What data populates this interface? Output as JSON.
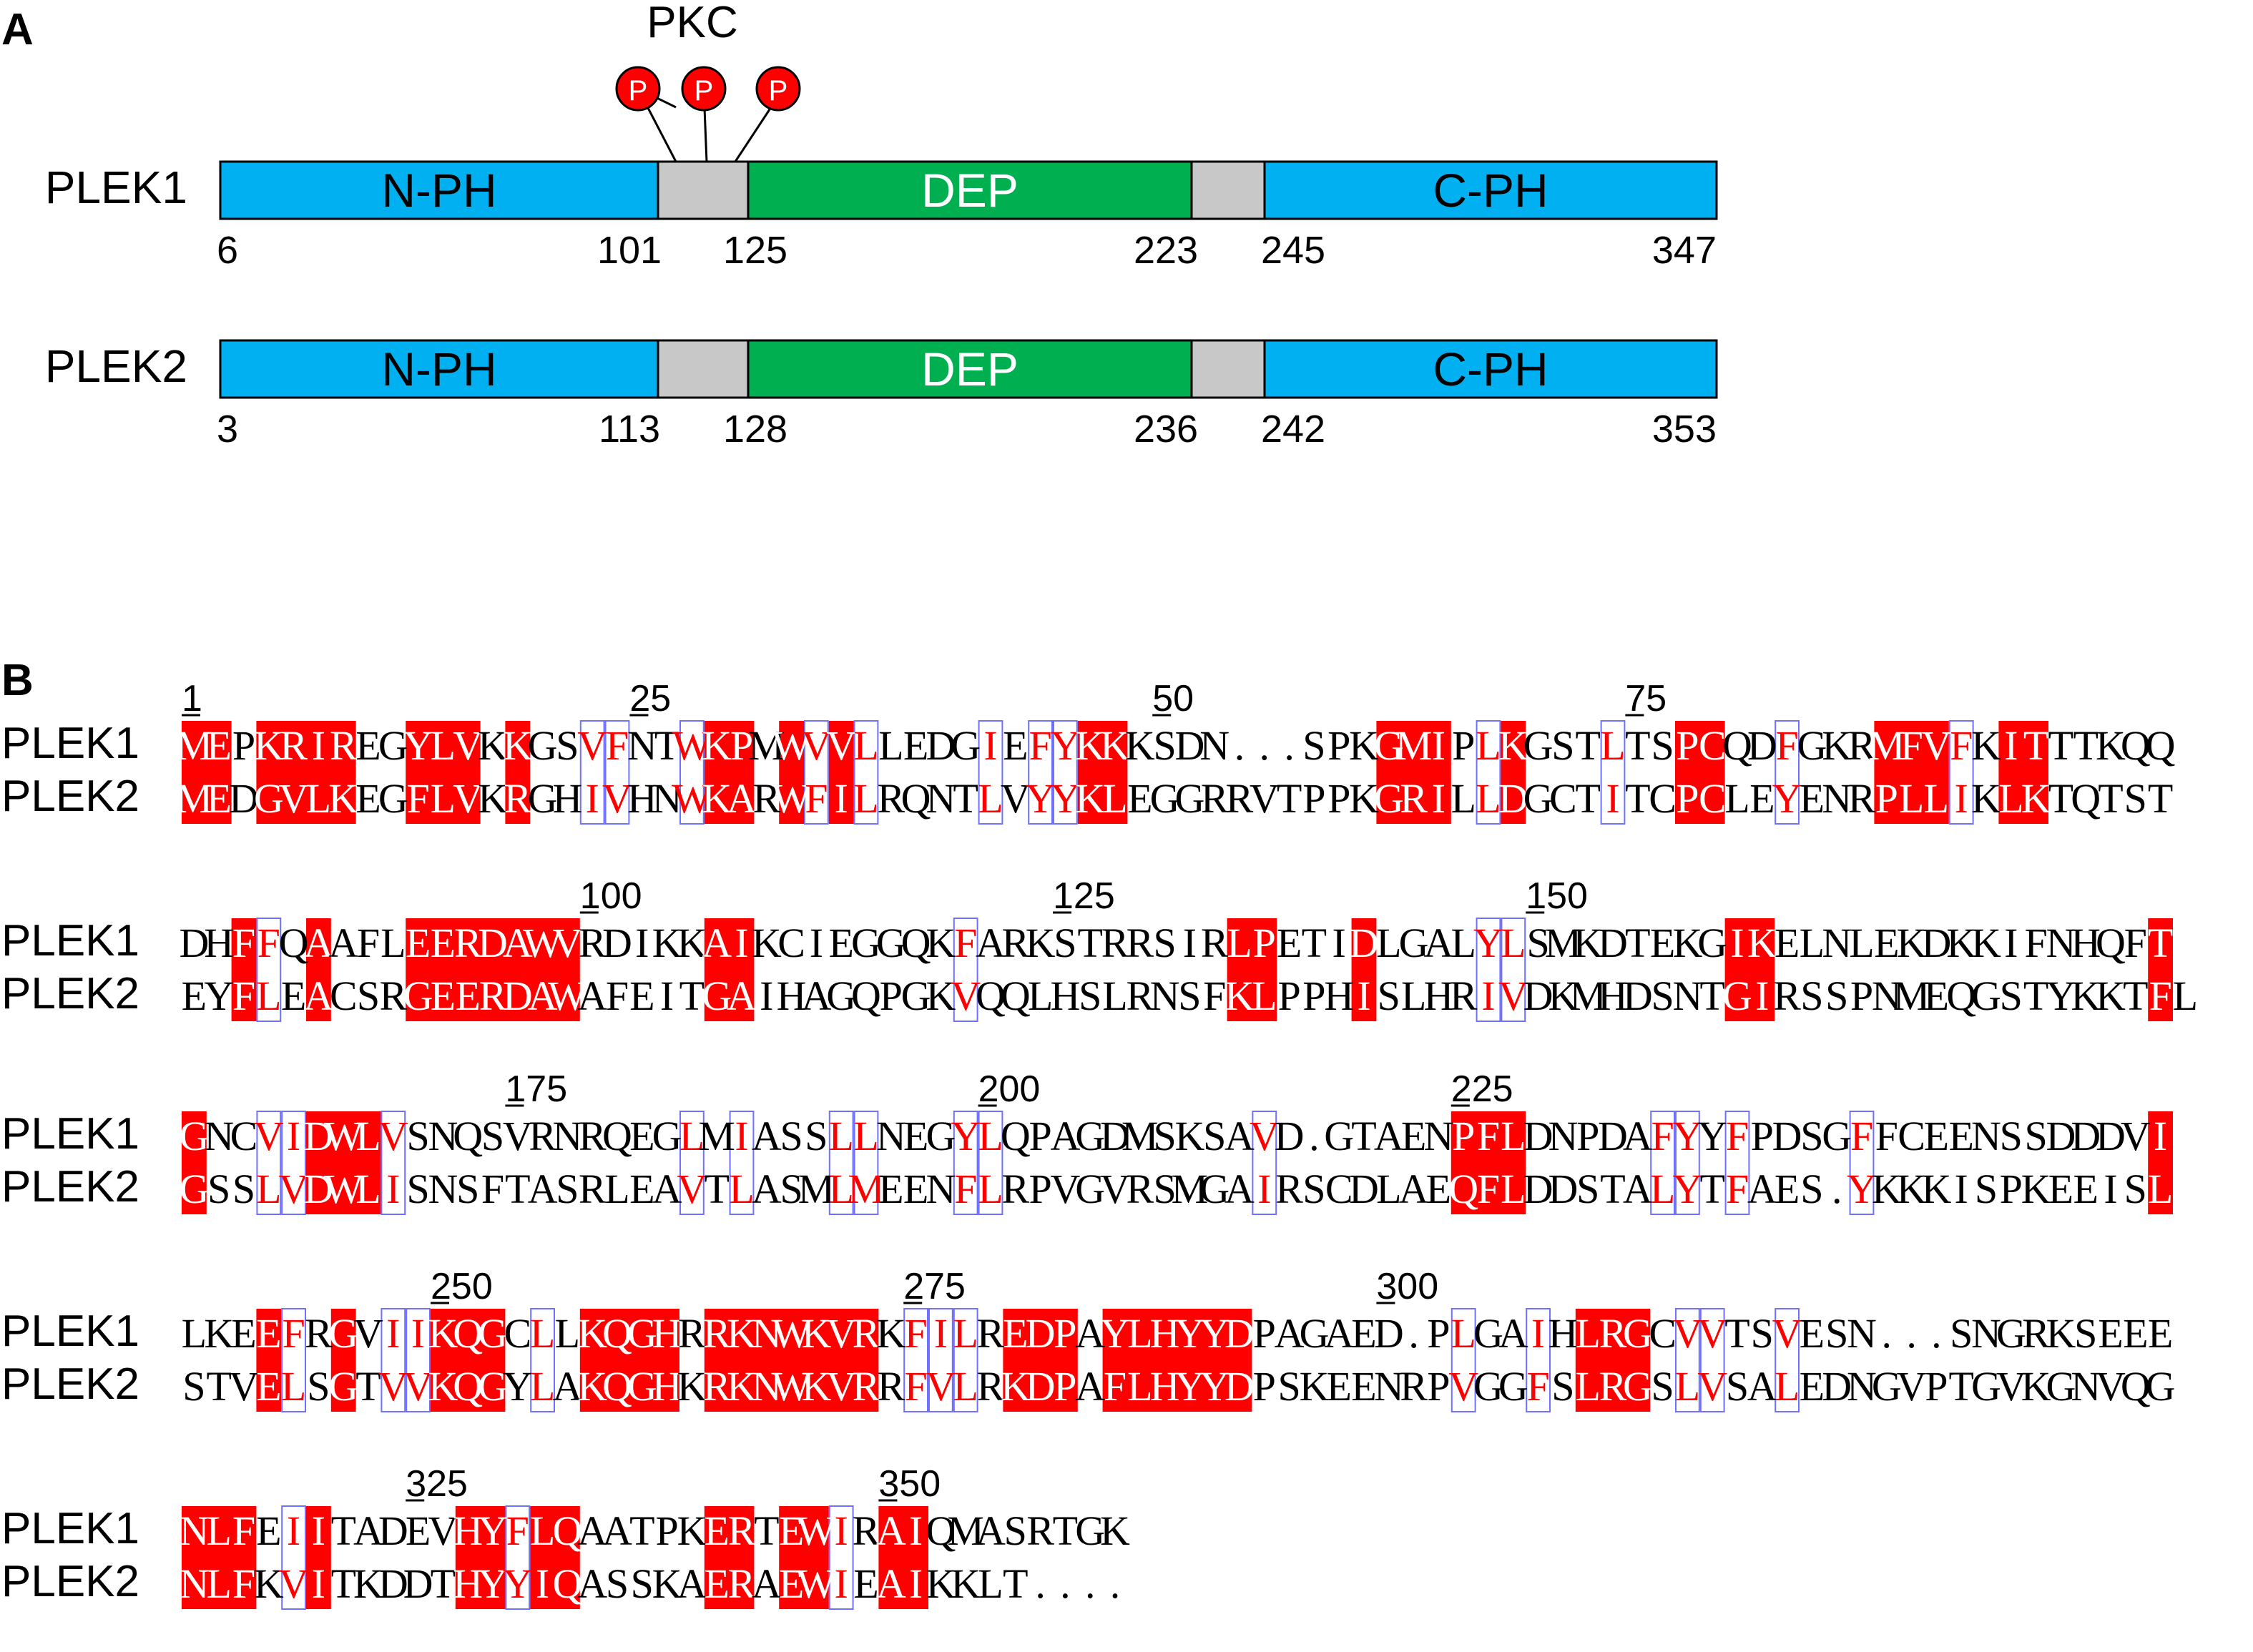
{
  "colors": {
    "ph": "#00b0f0",
    "dep": "#00b050",
    "linker": "#c8c8c8",
    "phospho": "#ff0000",
    "highlight": "#ff0000",
    "similar_text": "#ff0000",
    "box": "#7070ff"
  },
  "panel_a": {
    "label": "A",
    "kinase_label": "PKC",
    "phospho_label": "P",
    "proteins": [
      {
        "name": "PLEK1",
        "domains": [
          {
            "name": "N-PH",
            "type": "ph"
          },
          {
            "name": "",
            "type": "linker"
          },
          {
            "name": "DEP",
            "type": "dep"
          },
          {
            "name": "",
            "type": "linker"
          },
          {
            "name": "C-PH",
            "type": "ph"
          }
        ],
        "boundaries": [
          "6",
          "101",
          "125",
          "223",
          "245",
          "347"
        ]
      },
      {
        "name": "PLEK2",
        "domains": [
          {
            "name": "N-PH",
            "type": "ph"
          },
          {
            "name": "",
            "type": "linker"
          },
          {
            "name": "DEP",
            "type": "dep"
          },
          {
            "name": "",
            "type": "linker"
          },
          {
            "name": "C-PH",
            "type": "ph"
          }
        ],
        "boundaries": [
          "3",
          "113",
          "128",
          "236",
          "242",
          "353"
        ]
      }
    ]
  },
  "panel_b": {
    "label": "B",
    "sequence_names": [
      "PLEK1",
      "PLEK2"
    ],
    "blocks": [
      {
        "rulers": [
          {
            "col": 0,
            "label": "1"
          },
          {
            "col": 18,
            "label": "25"
          },
          {
            "col": 39,
            "label": "50"
          },
          {
            "col": 58,
            "label": "75"
          }
        ],
        "seq1": "MEPKRIREGYLVKKGSVFNTWKPMWVVLLEDGIEFYKKKSDN...SPKGMIPLKGSTLTSPCQDFGKRMFVFKITTTKQQ",
        "seq2": "MEDGVLKEGFLVKRGHIVHNWKARWFILRQNTLVYYKLEGGRRVTPPKGRILLDGCTITCPCLEYENRPLLIKLKTQTST",
        "cons": "IISIIIISSIIISISSSSSSSIISISISSSSSSSSSIISSSSSSSSSSIIISSISSSSSSIISSSSSSIIISSIISSSSS"
      },
      {
        "rulers": [
          {
            "col": 16,
            "label": "100"
          },
          {
            "col": 35,
            "label": "125"
          },
          {
            "col": 54,
            "label": "150"
          }
        ],
        "seq1": "DHFFQAAFLEERDAWVRDIKKAIKCIEGGQKFARKSTRRSIRLPETIDLGALYLSMKDTEKGIKELNLEKDKKIFNHQFT",
        "seq2": "EYFLEACSRGEERDAWAFEITGAIHAGQPGKVQQLHSLRNSFKLPPHISLHRIVDKMHDSNTGIRSSPNMEQGSTYKKTFL",
        "cons": "SSISSISSSIIIIIIISSSSSIISSSSSSSSSSSSSSSSSSSIISSSISSSSSSSSSSSSSSIISSSSSSSSSSSSSSSI"
      },
      {
        "rulers": [
          {
            "col": 13,
            "label": "175"
          },
          {
            "col": 32,
            "label": "200"
          },
          {
            "col": 51,
            "label": "225"
          }
        ],
        "seq1": "GNCVIDWLVSNQSVRNRQEGLMIASSLLNEGYLQPAGDMSKSAVD.GTAENPFLDNPDAFYYFPDSGFFCEENSSDDDVI",
        "seq2": "GSSLVDWLISNSFTASRLEAVTLASMLMEENFLRPVGVRSMGAIRSCDLAEQFLDDSTALYTFAES.YKKKISPKEEISL",
        "cons": "ISSSSIIISSSSSSSSSSSSSSSSSSSSSSSSSSSSSSSSSSSSSSSSSSSIIISSSSSSSSSSSSSSSSSSSSSSSSSI"
      },
      {
        "rulers": [
          {
            "col": 10,
            "label": "250"
          },
          {
            "col": 29,
            "label": "275"
          },
          {
            "col": 48,
            "label": "300"
          }
        ],
        "seq1": "LKEEFRGVIIKQGCLLKQGHRRKNWKVRKFILREDPAYLHYYDPAGAED.PLGAIHLRGCVVTSVESN...SNGRKSEEE",
        "seq2": "STVELSGTVVKQGYLAKQGHKRKNWKVRRFVLRKDPAFLHYYDPSKEENRPVGGFSLRGSLVSALEDNGVPTGVKGNVQG",
        "cons": "SSSISSISSSIIISSSIIIISIIIIIIISSSSSIIISIIIIIISSSSSSSSSSSSSIIISSSSSSSSSSSSSSSSSSSSS"
      },
      {
        "rulers": [
          {
            "col": 9,
            "label": "325"
          },
          {
            "col": 28,
            "label": "350"
          }
        ],
        "seq1": "NLFEIITADEVHYFLQAATPKERTEWIRAIQMASRTGK",
        "seq2": "NLFKVITKDDTHYYIQASSKAERAEWIEAIKKLT....",
        "cons": "IIISSISSSSSIISIISSSSSIISIISSIISSSSSSSS"
      }
    ]
  }
}
